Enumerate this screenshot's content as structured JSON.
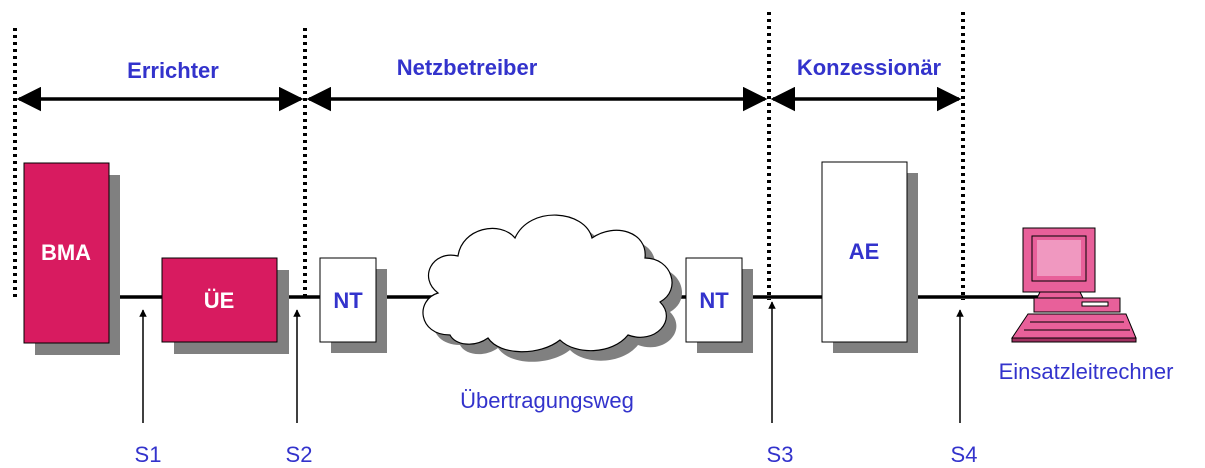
{
  "colors": {
    "blue_text": "#3333cc",
    "magenta_box": "#d81b60",
    "shadow": "#808080",
    "white_text": "#ffffff",
    "line": "#000000",
    "computer_pink": "#e8609a"
  },
  "zones": {
    "errichter": "Errichter",
    "netzbetreiber": "Netzbetreiber",
    "konzessionaer": "Konzessionär"
  },
  "boxes": {
    "bma": "BMA",
    "ue": "ÜE",
    "nt_left": "NT",
    "nt_right": "NT",
    "ae": "AE"
  },
  "labels": {
    "transmission_path": "Übertragungsweg",
    "control_computer": "Einsatzleitrechner"
  },
  "interfaces": [
    "S1",
    "S2",
    "S3",
    "S4"
  ],
  "icons": {
    "double_arrow": "double-headed-arrow",
    "cloud": "cloud",
    "computer": "computer-terminal",
    "up_arrow": "arrow-up"
  }
}
